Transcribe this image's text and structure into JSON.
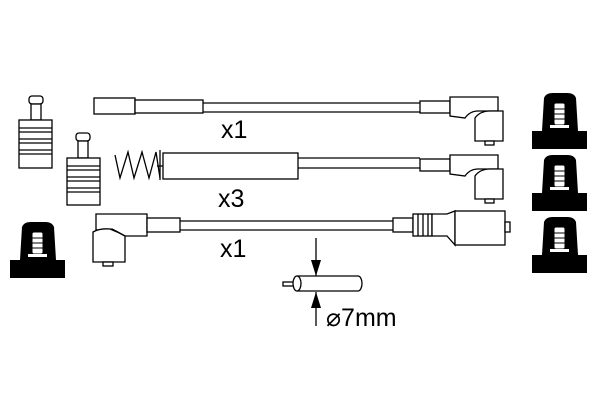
{
  "labels": {
    "cable_1_qty": "x1",
    "cable_2_qty": "x3",
    "cable_3_qty": "x1",
    "diameter": "⌀7mm"
  },
  "colors": {
    "line": "#000000",
    "background": "#ffffff"
  }
}
